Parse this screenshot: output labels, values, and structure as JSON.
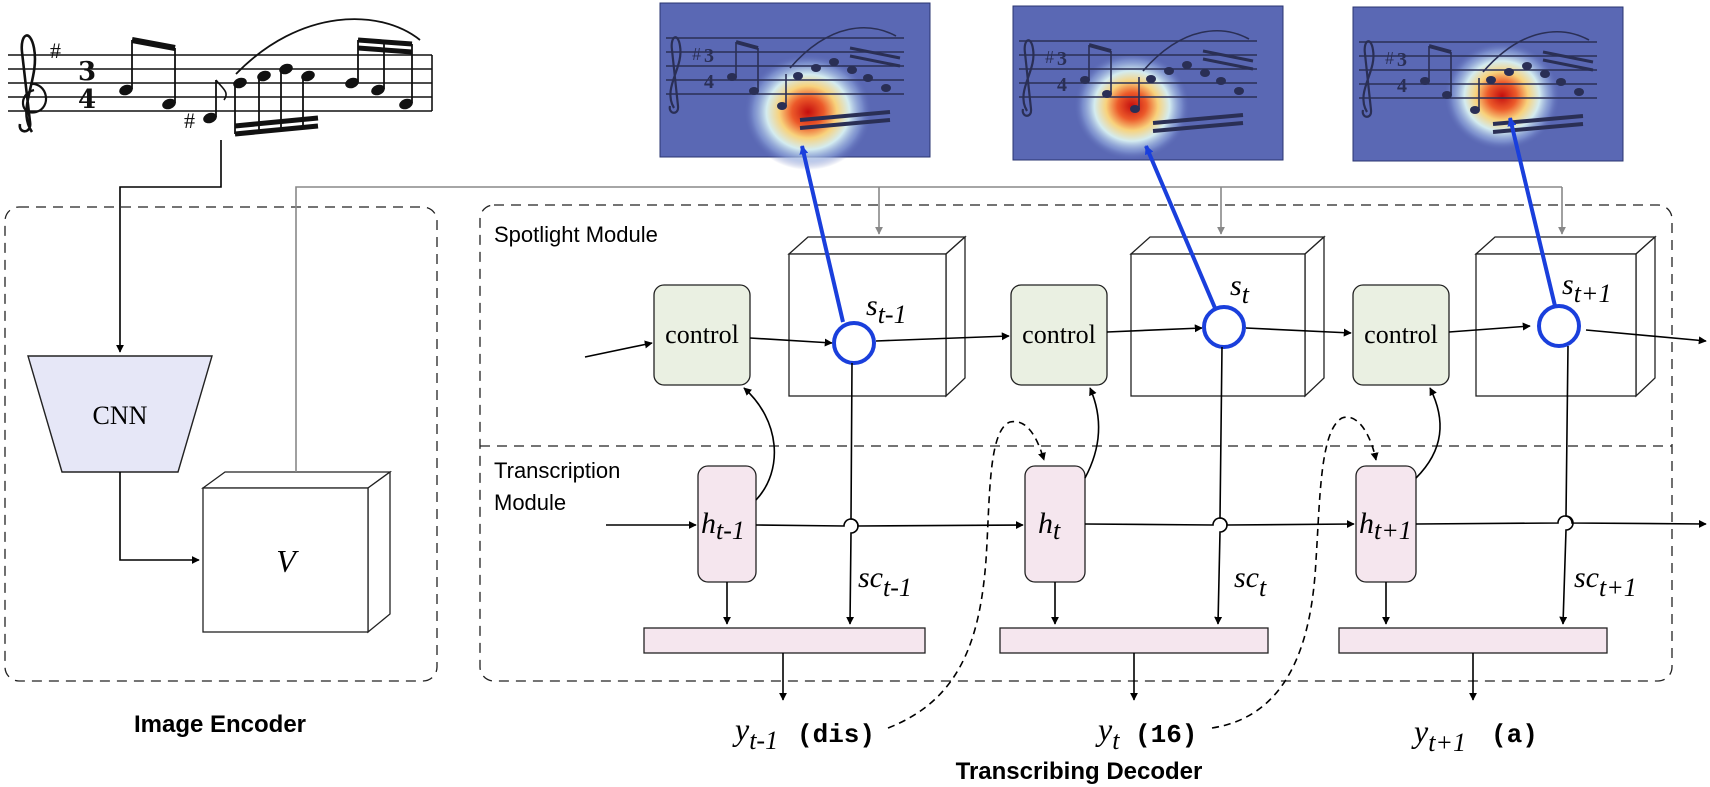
{
  "panels": {
    "image_encoder": {
      "caption": "Image Encoder"
    },
    "decoder": {
      "caption": "Transcribing Decoder"
    }
  },
  "modules": {
    "spotlight": "Spotlight Module",
    "transcription_line1": "Transcription",
    "transcription_line2": "Module"
  },
  "encoder": {
    "cnn": "CNN",
    "feature": "V"
  },
  "control_label": "control",
  "steps": [
    {
      "s_base": "s",
      "s_sub": "t-1",
      "h_base": "h",
      "h_sub": "t-1",
      "sc_base": "sc",
      "sc_sub": "t-1",
      "y_base": "y",
      "y_sub": "t-1",
      "token": "(dis)"
    },
    {
      "s_base": "s",
      "s_sub": "t",
      "h_base": "h",
      "h_sub": "t",
      "sc_base": "sc",
      "sc_sub": "t",
      "y_base": "y",
      "y_sub": "t",
      "token": "(16)"
    },
    {
      "s_base": "s",
      "s_sub": "t+1",
      "h_base": "h",
      "h_sub": "t+1",
      "sc_base": "sc",
      "sc_sub": "t+1",
      "y_base": "y",
      "y_sub": "t+1",
      "token": "(a)"
    }
  ],
  "colors": {
    "control_fill": "#eaf0e2",
    "h_fill": "#f5e6ee",
    "concat_fill": "#f5e6ee",
    "cnn_fill": "#e6e7f7",
    "attention_arrow": "#1a3fdc",
    "heatmap_bg": "#5a68b4",
    "feed_line": "#888888"
  }
}
